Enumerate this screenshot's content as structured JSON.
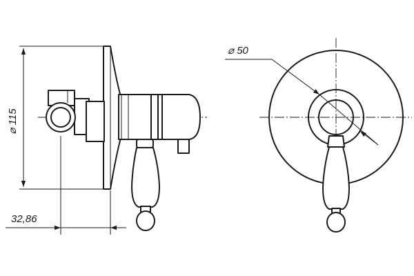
{
  "dimensions": {
    "height_label": "⌀ 115",
    "depth_label": "32,86",
    "plate_diameter_label": "⌀ 50"
  },
  "colors": {
    "line": "#1a1a1a",
    "background": "#ffffff"
  }
}
